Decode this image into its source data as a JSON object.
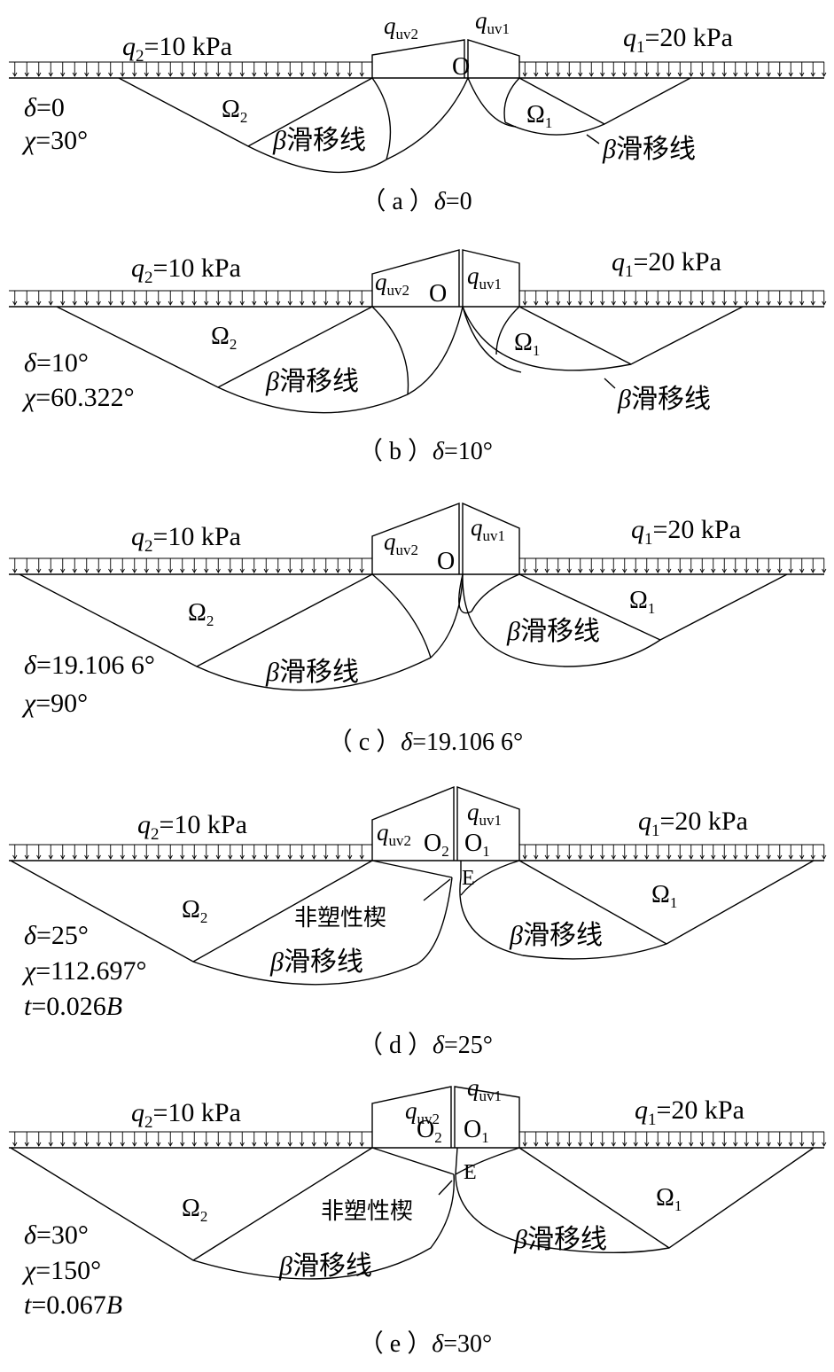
{
  "panels": [
    {
      "id": "a",
      "q2": {
        "sym": "q",
        "sub": "2",
        "val": "=10 kPa"
      },
      "q1": {
        "sym": "q",
        "sub": "1",
        "val": "=20 kPa"
      },
      "quv2": {
        "sym": "q",
        "sub": "uv2"
      },
      "quv1": {
        "sym": "q",
        "sub": "uv1"
      },
      "centers": [
        {
          "txt": "O",
          "sub": ""
        }
      ],
      "omega2": {
        "txt": "Ω",
        "sub": "2"
      },
      "omega1": {
        "txt": "Ω",
        "sub": "1"
      },
      "slip_left": {
        "beta": "β",
        "txt": "滑移线"
      },
      "slip_right": {
        "beta": "β",
        "txt": "滑移线"
      },
      "params": [
        {
          "sym": "δ",
          "val": "=0"
        },
        {
          "sym": "χ",
          "val": "=30°"
        }
      ],
      "caption": {
        "pre": "（ a ）",
        "sym": "δ",
        "val": "=0"
      }
    },
    {
      "id": "b",
      "q2": {
        "sym": "q",
        "sub": "2",
        "val": "=10 kPa"
      },
      "q1": {
        "sym": "q",
        "sub": "1",
        "val": "=20 kPa"
      },
      "quv2": {
        "sym": "q",
        "sub": "uv2"
      },
      "quv1": {
        "sym": "q",
        "sub": "uv1"
      },
      "centers": [
        {
          "txt": "O",
          "sub": ""
        }
      ],
      "omega2": {
        "txt": "Ω",
        "sub": "2"
      },
      "omega1": {
        "txt": "Ω",
        "sub": "1"
      },
      "slip_left": {
        "beta": "β",
        "txt": "滑移线"
      },
      "slip_right": {
        "beta": "β",
        "txt": "滑移线"
      },
      "params": [
        {
          "sym": "δ",
          "val": "=10°"
        },
        {
          "sym": "χ",
          "val": "=60.322°"
        }
      ],
      "caption": {
        "pre": "（ b ）",
        "sym": "δ",
        "val": "=10°"
      }
    },
    {
      "id": "c",
      "q2": {
        "sym": "q",
        "sub": "2",
        "val": "=10 kPa"
      },
      "q1": {
        "sym": "q",
        "sub": "1",
        "val": "=20 kPa"
      },
      "quv2": {
        "sym": "q",
        "sub": "uv2"
      },
      "quv1": {
        "sym": "q",
        "sub": "uv1"
      },
      "centers": [
        {
          "txt": "O",
          "sub": ""
        }
      ],
      "omega2": {
        "txt": "Ω",
        "sub": "2"
      },
      "omega1": {
        "txt": "Ω",
        "sub": "1"
      },
      "slip_left": {
        "beta": "β",
        "txt": "滑移线"
      },
      "slip_right": {
        "beta": "β",
        "txt": "滑移线"
      },
      "params": [
        {
          "sym": "δ",
          "val": "=19.106 6°"
        },
        {
          "sym": "χ",
          "val": "=90°"
        }
      ],
      "caption": {
        "pre": "（ c ）",
        "sym": "δ",
        "val": "=19.106 6°"
      }
    },
    {
      "id": "d",
      "q2": {
        "sym": "q",
        "sub": "2",
        "val": "=10 kPa"
      },
      "q1": {
        "sym": "q",
        "sub": "1",
        "val": "=20 kPa"
      },
      "quv2": {
        "sym": "q",
        "sub": "uv2"
      },
      "quv1": {
        "sym": "q",
        "sub": "uv1"
      },
      "centers": [
        {
          "txt": "O",
          "sub": "2"
        },
        {
          "txt": "O",
          "sub": "1"
        }
      ],
      "e_label": "E",
      "wedge_label": "非塑性楔",
      "omega2": {
        "txt": "Ω",
        "sub": "2"
      },
      "omega1": {
        "txt": "Ω",
        "sub": "1"
      },
      "slip_left": {
        "beta": "β",
        "txt": "滑移线"
      },
      "slip_right": {
        "beta": "β",
        "txt": "滑移线"
      },
      "params": [
        {
          "sym": "δ",
          "val": "=25°"
        },
        {
          "sym": "χ",
          "val": "=112.697°"
        },
        {
          "sym": "t",
          "val": "=0.026",
          "tail": "B"
        }
      ],
      "caption": {
        "pre": "（ d ）",
        "sym": "δ",
        "val": "=25°"
      }
    },
    {
      "id": "e",
      "q2": {
        "sym": "q",
        "sub": "2",
        "val": "=10 kPa"
      },
      "q1": {
        "sym": "q",
        "sub": "1",
        "val": "=20 kPa"
      },
      "quv2": {
        "sym": "q",
        "sub": "uv2"
      },
      "quv1": {
        "sym": "q",
        "sub": "uv1"
      },
      "centers": [
        {
          "txt": "O",
          "sub": "2"
        },
        {
          "txt": "O",
          "sub": "1"
        }
      ],
      "e_label": "E",
      "wedge_label": "非塑性楔",
      "omega2": {
        "txt": "Ω",
        "sub": "2"
      },
      "omega1": {
        "txt": "Ω",
        "sub": "1"
      },
      "slip_left": {
        "beta": "β",
        "txt": "滑移线"
      },
      "slip_right": {
        "beta": "β",
        "txt": "滑移线"
      },
      "params": [
        {
          "sym": "δ",
          "val": "=30°"
        },
        {
          "sym": "χ",
          "val": "=150°"
        },
        {
          "sym": "t",
          "val": "=0.067",
          "tail": "B"
        }
      ],
      "caption": {
        "pre": "（ e ）",
        "sym": "δ",
        "val": "=30°"
      }
    }
  ]
}
